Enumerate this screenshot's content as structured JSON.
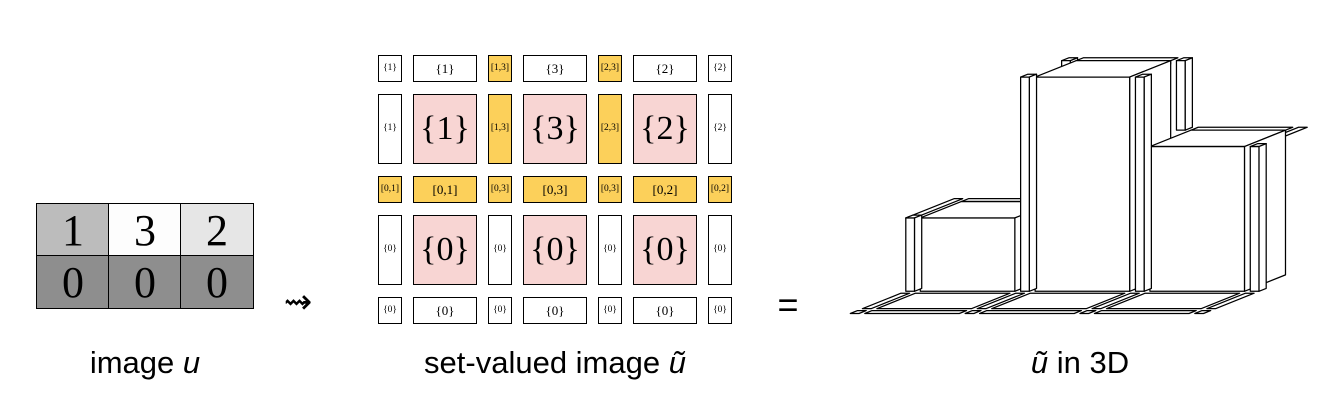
{
  "labels": {
    "left_prefix": "image ",
    "left_var": "u",
    "mid_prefix": "set-valued image ",
    "mid_var": "ũ",
    "right_var": "ũ",
    "right_suffix": " in 3D",
    "arrow": "⇝",
    "equals": "="
  },
  "colors": {
    "pink": "#f8d5d3",
    "yellow": "#fcd05a",
    "gray_value_1": "#bcbcbc",
    "gray_value_3": "#fdfdfd",
    "gray_value_2": "#e6e6e6",
    "gray_value_0": "#8e8e8e"
  },
  "image_u": {
    "rows": [
      [
        {
          "v": "1",
          "bg": "#bcbcbc"
        },
        {
          "v": "3",
          "bg": "#fdfdfd"
        },
        {
          "v": "2",
          "bg": "#e6e6e6"
        }
      ],
      [
        {
          "v": "0",
          "bg": "#8e8e8e"
        },
        {
          "v": "0",
          "bg": "#8e8e8e"
        },
        {
          "v": "0",
          "bg": "#8e8e8e"
        }
      ]
    ]
  },
  "set_valued_image": {
    "columns": 7,
    "cells": [
      {
        "text": "{1}",
        "kind": "w"
      },
      {
        "text": "{1}",
        "kind": "w"
      },
      {
        "text": "[1,3]",
        "kind": "y"
      },
      {
        "text": "{3}",
        "kind": "w"
      },
      {
        "text": "[2,3]",
        "kind": "y"
      },
      {
        "text": "{2}",
        "kind": "w"
      },
      {
        "text": "{2}",
        "kind": "w"
      },
      {
        "text": "{1}",
        "kind": "w"
      },
      {
        "text": "{1}",
        "kind": "p"
      },
      {
        "text": "[1,3]",
        "kind": "y"
      },
      {
        "text": "{3}",
        "kind": "p"
      },
      {
        "text": "[2,3]",
        "kind": "y"
      },
      {
        "text": "{2}",
        "kind": "p"
      },
      {
        "text": "{2}",
        "kind": "w"
      },
      {
        "text": "[0,1]",
        "kind": "y"
      },
      {
        "text": "[0,1]",
        "kind": "y"
      },
      {
        "text": "[0,3]",
        "kind": "y"
      },
      {
        "text": "[0,3]",
        "kind": "y"
      },
      {
        "text": "[0,3]",
        "kind": "y"
      },
      {
        "text": "[0,2]",
        "kind": "y"
      },
      {
        "text": "[0,2]",
        "kind": "y"
      },
      {
        "text": "{0}",
        "kind": "w"
      },
      {
        "text": "{0}",
        "kind": "p"
      },
      {
        "text": "{0}",
        "kind": "w"
      },
      {
        "text": "{0}",
        "kind": "p"
      },
      {
        "text": "{0}",
        "kind": "w"
      },
      {
        "text": "{0}",
        "kind": "p"
      },
      {
        "text": "{0}",
        "kind": "w"
      },
      {
        "text": "{0}",
        "kind": "w"
      },
      {
        "text": "{0}",
        "kind": "w"
      },
      {
        "text": "{0}",
        "kind": "w"
      },
      {
        "text": "{0}",
        "kind": "w"
      },
      {
        "text": "{0}",
        "kind": "w"
      },
      {
        "text": "{0}",
        "kind": "w"
      },
      {
        "text": "{0}",
        "kind": "w"
      }
    ]
  },
  "u_3d": {
    "tower_heights": [
      1,
      3,
      2
    ]
  }
}
